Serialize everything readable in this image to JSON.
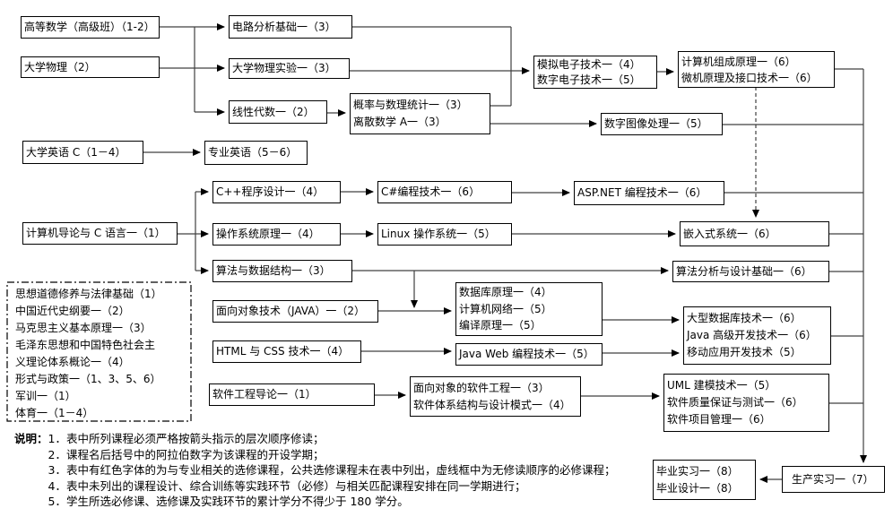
{
  "nodes": {
    "advanced_math": {
      "label": "高等数学（高级班）（1-2）"
    },
    "college_physics": {
      "label": "大学物理（2）"
    },
    "circuit_analysis": {
      "label": "电路分析基础一（3）"
    },
    "physics_lab": {
      "label": "大学物理实验一（3）"
    },
    "linear_algebra": {
      "label": "线性代数一（2）"
    },
    "prob_discrete": {
      "lines": [
        "概率与数理统计一（3）",
        "离散数学 A一（3）"
      ]
    },
    "electronics": {
      "lines": [
        "模拟电子技术一（4）",
        "数字电子技术一（5）"
      ]
    },
    "computer_org": {
      "lines": [
        "计算机组成原理一（6）",
        "微机原理及接口技术一（6）"
      ]
    },
    "digital_image": {
      "label": "数字图像处理一（5）"
    },
    "college_english": {
      "label": "大学英语 C（1－4）"
    },
    "major_english": {
      "label": "专业英语（5－6）"
    },
    "intro_c": {
      "label": "计算机导论与 C 语言一（1）"
    },
    "cpp": {
      "label": "C++程序设计一（4）"
    },
    "csharp": {
      "label": "C#编程技术一（6）"
    },
    "aspnet": {
      "label": "ASP.NET 编程技术一（6）"
    },
    "os_principle": {
      "label": "操作系统原理一（4）"
    },
    "linux": {
      "label": "Linux 操作系统一（5）"
    },
    "embedded": {
      "label": "嵌入式系统一（6）"
    },
    "algo_ds": {
      "label": "算法与数据结构一（3）"
    },
    "algo_analysis": {
      "label": "算法分析与设计基础一（6）"
    },
    "oop_java": {
      "label": "面向对象技术（JAVA）一（2）"
    },
    "db_net_compiler": {
      "lines": [
        "数据库原理一（4）",
        "计算机网络一（5）",
        "编译原理一（5）"
      ]
    },
    "html_css": {
      "label": "HTML 与 CSS 技术一（4）"
    },
    "java_web": {
      "label": "Java Web 编程技术一（5）"
    },
    "big_db": {
      "lines": [
        "大型数据库技术一（6）",
        "Java 高级开发技术一（6）",
        "移动应用开发技术（5）"
      ]
    },
    "sw_intro": {
      "label": "软件工程导论一（1）"
    },
    "oose": {
      "lines": [
        "面向对象的软件工程一（3）",
        "软件体系结构与设计模式一（4）"
      ]
    },
    "uml": {
      "lines": [
        "UML 建模技术一（5）",
        "软件质量保证与测试一（6）",
        "软件项目管理一（6）"
      ]
    },
    "required_courses": {
      "lines": [
        "思想道德修养与法律基础（1）",
        "中国近代史纲要一（2）",
        "马克思主义基本原理一（3）",
        "毛泽东思想和中国特色社会主",
        "义理论体系概论一（4）",
        "形式与政策一（1、3、5、6）",
        "军训一（1）",
        "体育一（1－4）"
      ]
    },
    "graduation": {
      "lines": [
        "毕业实习一（8）",
        "毕业设计一（8）"
      ]
    },
    "production_practice": {
      "label": "生产实习一（7）"
    }
  },
  "notes": {
    "label": "说明：",
    "items": [
      "1．表中所列课程必须严格按箭头指示的层次顺序修读；",
      "2．课程名后括号中的阿拉伯数字为该课程的开设学期；",
      "3．表中有红色字体的为与专业相关的选修课程，公共选修课程未在表中列出，虚线框中为无修读顺序的必修课程；",
      "4．表中未列出的课程设计、综合训练等实践环节（必修）与相关匹配课程安排在同一学期进行；",
      "5．学生所选必修课、选修课及实践环节的累计学分不得少于 180 学分。"
    ]
  },
  "colors": {
    "line": "#404040",
    "border": "#000000",
    "background": "#ffffff",
    "text": "#000000"
  }
}
